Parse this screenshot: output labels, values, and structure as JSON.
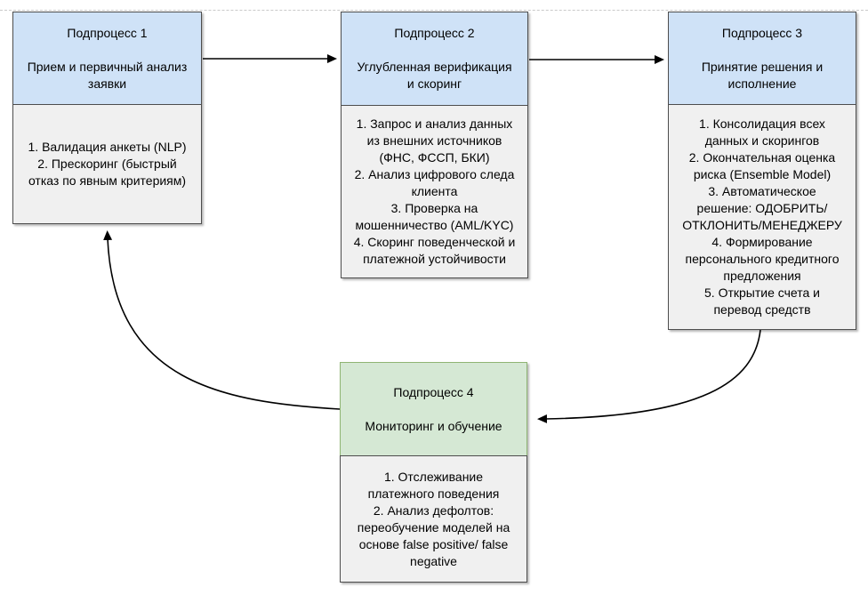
{
  "diagram_type": "flowchart",
  "colors": {
    "header_blue_fill": "#cfe2f7",
    "header_green_fill": "#d5e8d4",
    "body_gray_fill": "#f0f0f0",
    "dark_border": "#4d4d4d",
    "green_border": "#8fb573",
    "connector": "#000000",
    "dashed_guide": "#c9c9c9",
    "background": "#ffffff"
  },
  "boxes": [
    {
      "id": "subprocess-1",
      "title": "Подпроцесс 1",
      "subtitle": "Прием и первичный анализ\nзаявки",
      "body": "1. Валидация анкеты (NLP)\n2. Прескоринг (быстрый\nотказ по явным критериям)"
    },
    {
      "id": "subprocess-2",
      "title": "Подпроцесс 2",
      "subtitle": "Углубленная верификация\nи скоринг",
      "body": "1. Запрос и анализ данных\nиз внешних источников\n(ФНС, ФССП, БКИ)\n2. Анализ цифрового следа\nклиента\n3. Проверка на\nмошенничество (AML/KYC)\n4. Скоринг поведенческой и\nплатежной устойчивости"
    },
    {
      "id": "subprocess-3",
      "title": "Подпроцесс 3",
      "subtitle": "Принятие решения и\nисполнение",
      "body": "1. Консолидация всех\nданных и скорингов\n2. Окончательная оценка\nриска (Ensemble Model)\n3. Автоматическое\nрешение: ОДОБРИТЬ/\nОТКЛОНИТЬ/МЕНЕДЖЕРУ\n4. Формирование\nперсонального кредитного\nпредложения\n5. Открытие счета и\nперевод средств"
    },
    {
      "id": "subprocess-4",
      "title": "Подпроцесс 4",
      "subtitle": "Мониторинг и обучение",
      "body": "1. Отслеживание\nплатежного поведения\n2. Анализ дефолтов:\nпереобучение моделей на\nоснове false positive/ false\nnegative"
    }
  ],
  "connectors": [
    {
      "id": "arrow-1-to-2",
      "from": "subprocess-1",
      "to": "subprocess-2",
      "style": "straight"
    },
    {
      "id": "arrow-2-to-3",
      "from": "subprocess-2",
      "to": "subprocess-3",
      "style": "straight"
    },
    {
      "id": "arrow-3-to-4",
      "from": "subprocess-3",
      "to": "subprocess-4",
      "style": "curved"
    },
    {
      "id": "arrow-4-to-1",
      "from": "subprocess-4",
      "to": "subprocess-1",
      "style": "curved"
    }
  ]
}
